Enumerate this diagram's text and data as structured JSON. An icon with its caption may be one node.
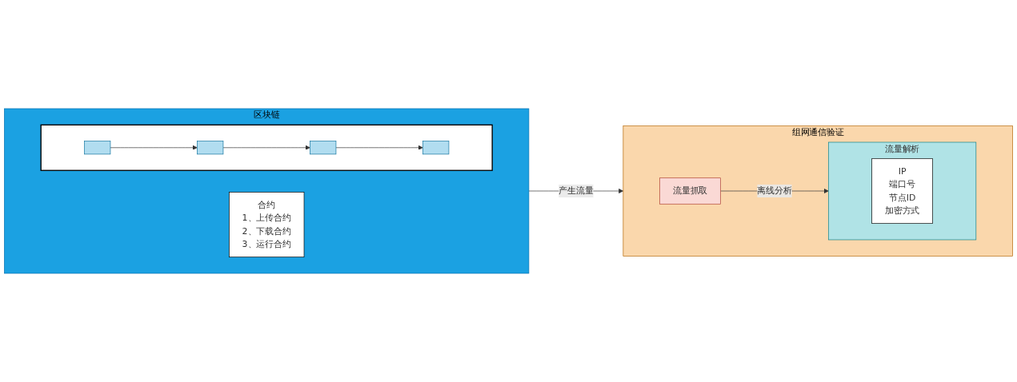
{
  "diagram": {
    "nodes": [
      {
        "text": [
          "区块链"
        ]
      },
      {
        "text": [],
        "shape": "box",
        "in": 0
      },
      {
        "text": [],
        "shape": "box",
        "in": 1
      },
      {
        "text": [],
        "shape": "box",
        "in": 1
      },
      {
        "text": [],
        "shape": "box",
        "in": 1
      },
      {
        "text": [],
        "shape": "box",
        "in": 1
      },
      {
        "text": [
          "合约",
          "1、上传合约",
          "2、下载合约",
          "3、运行合约"
        ],
        "in": 0
      },
      {
        "text": [
          "组网通信验证"
        ]
      },
      {
        "text": [
          "流量抓取"
        ],
        "in": 7
      },
      {
        "text": [
          "流量解析"
        ],
        "in": 7
      },
      {
        "text": [
          "IP",
          "端口号",
          "节点ID",
          "加密方式"
        ],
        "in": 9
      }
    ],
    "edges": [
      {
        "from": 2,
        "to": 3,
        "arrow": "to"
      },
      {
        "from": 3,
        "to": 4,
        "arrow": "to"
      },
      {
        "from": 4,
        "to": 5,
        "arrow": "to"
      },
      {
        "from": 0,
        "to": 7,
        "label": "产生流量",
        "arrow": "to"
      },
      {
        "from": 8,
        "to": 9,
        "label": "离线分析",
        "arrow": "to"
      }
    ]
  }
}
